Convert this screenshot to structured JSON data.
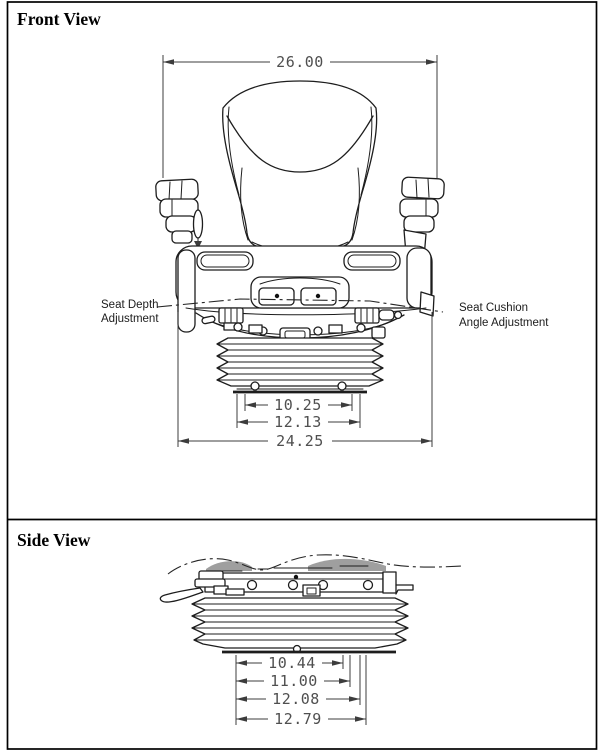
{
  "sheet": {
    "background": "#ffffff",
    "line_color": "#1d1d1d",
    "dimension_text_color": "#4f4f4f"
  },
  "front_view": {
    "title": "Front View",
    "dimensions": {
      "overall_width": "26.00",
      "base_inner_width": "10.25",
      "base_outer_width": "12.13",
      "cushion_width": "24.25"
    },
    "callouts": {
      "seat_depth": {
        "line1": "Seat Depth",
        "line2": "Adjustment"
      },
      "cushion_angle": {
        "line1": "Seat Cushion",
        "line2": "Angle Adjustment"
      }
    }
  },
  "side_view": {
    "title": "Side View",
    "dimensions": {
      "dim1": "10.44",
      "dim2": "11.00",
      "dim3": "12.08",
      "dim4": "12.79"
    }
  }
}
